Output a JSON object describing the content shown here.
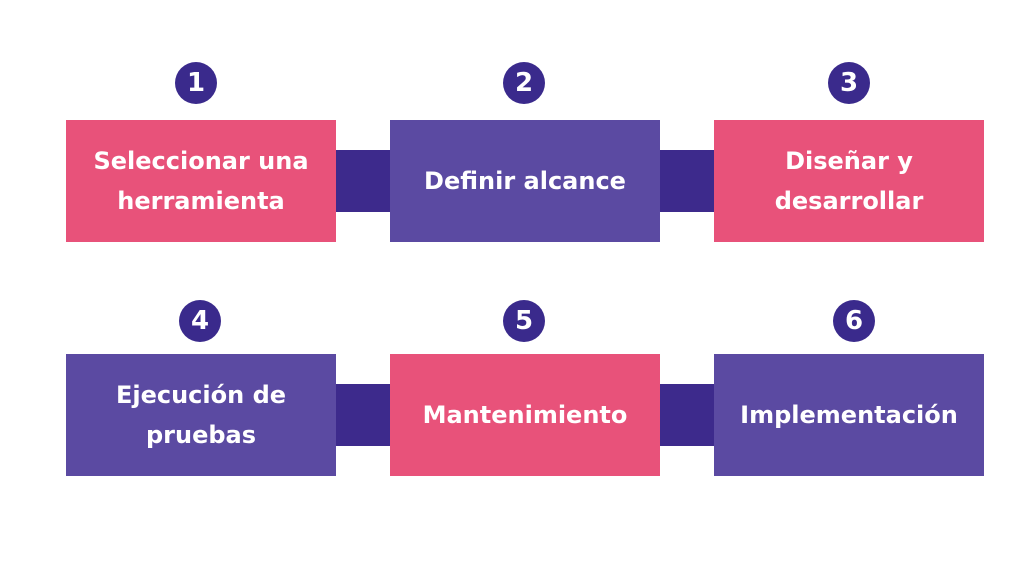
{
  "colors": {
    "pink": "#e8527a",
    "purple": "#5b4aa2",
    "connector": "#3d2a8c",
    "number_circle": "#3a2a8c"
  },
  "steps": [
    {
      "number": "1",
      "label": "Seleccionar una herramienta",
      "color": "pink"
    },
    {
      "number": "2",
      "label": "Definir alcance",
      "color": "purple"
    },
    {
      "number": "3",
      "label": "Diseñar y desarrollar",
      "color": "pink"
    },
    {
      "number": "4",
      "label": "Ejecución de pruebas",
      "color": "purple"
    },
    {
      "number": "5",
      "label": "Mantenimiento",
      "color": "pink"
    },
    {
      "number": "6",
      "label": "Implementación",
      "color": "purple"
    }
  ]
}
